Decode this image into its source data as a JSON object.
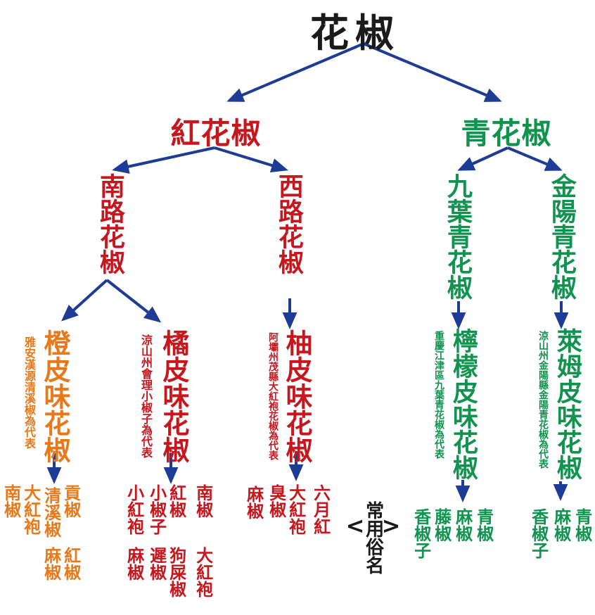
{
  "title": "花椒",
  "legend": {
    "bracket_left": "<",
    "label": "常用俗名",
    "bracket_right": ">"
  },
  "colors": {
    "red": "#c6171e",
    "green": "#10934f",
    "orange": "#e8791b",
    "arrow_blue": "#1e3c96",
    "black": "#1a1a1a"
  },
  "level2": {
    "red_pepper": "紅花椒",
    "green_pepper": "青花椒"
  },
  "level3": {
    "south_road": "南路花椒",
    "west_road": "西路花椒",
    "nine_leaf": "九葉青花椒",
    "jinyang": "金陽青花椒"
  },
  "level4": {
    "orange_peel": {
      "label": "橙皮味花椒",
      "note": "雅安漢源清溪椒為代表"
    },
    "tangerine_peel": {
      "label": "橘皮味花椒",
      "note": "涼山州會理小椒子為代表"
    },
    "pomelo_peel": {
      "label": "柚皮味花椒",
      "note": "阿壩州茂縣大紅袍花椒為代表"
    },
    "lemon_peel": {
      "label": "檸檬皮味花椒",
      "note": "重慶江津區九葉青花椒為代表"
    },
    "lime_peel": {
      "label": "萊姆皮味花椒",
      "note": "涼山州金陽縣金陽青花椒為代表"
    }
  },
  "leaves": {
    "orange_peel": [
      "南椒",
      "大紅袍",
      "清溪椒",
      "貢椒",
      "麻椒",
      "紅椒"
    ],
    "tangerine_peel": [
      "小紅袍",
      "小椒子",
      "紅椒",
      "南椒",
      "麻椒",
      "遲椒",
      "狗屎椒",
      "大紅袍"
    ],
    "pomelo_peel": [
      "麻椒",
      "臭椒",
      "大紅袍",
      "六月紅"
    ],
    "lemon_peel": [
      "香椒子",
      "藤椒",
      "麻椒",
      "青椒"
    ],
    "lime_peel": [
      "香椒子",
      "麻椒",
      "青椒"
    ]
  }
}
